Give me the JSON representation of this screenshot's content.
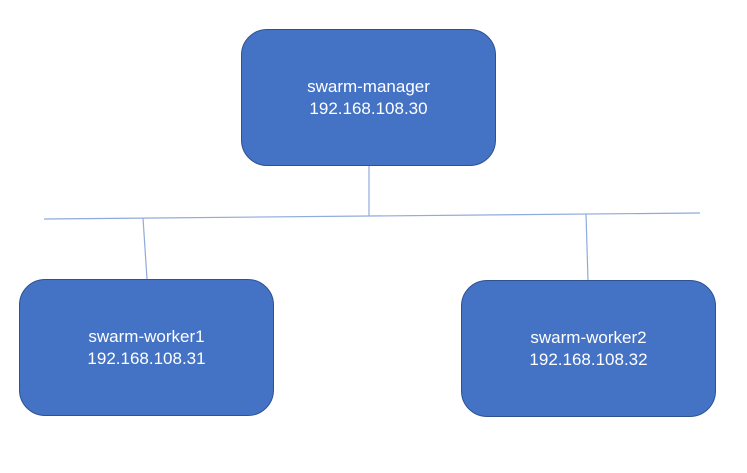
{
  "colors": {
    "node_fill": "#4472c4",
    "node_border": "#2f528f",
    "node_text": "#ffffff",
    "connector": "#8faadc"
  },
  "nodes": {
    "manager": {
      "name": "swarm-manager",
      "ip": "192.168.108.30"
    },
    "worker1": {
      "name": "swarm-worker1",
      "ip": "192.168.108.31"
    },
    "worker2": {
      "name": "swarm-worker2",
      "ip": "192.168.108.32"
    }
  },
  "edges": [
    {
      "from": "manager",
      "to": "network-bus"
    },
    {
      "from": "network-bus",
      "to": "worker1"
    },
    {
      "from": "network-bus",
      "to": "worker2"
    }
  ]
}
